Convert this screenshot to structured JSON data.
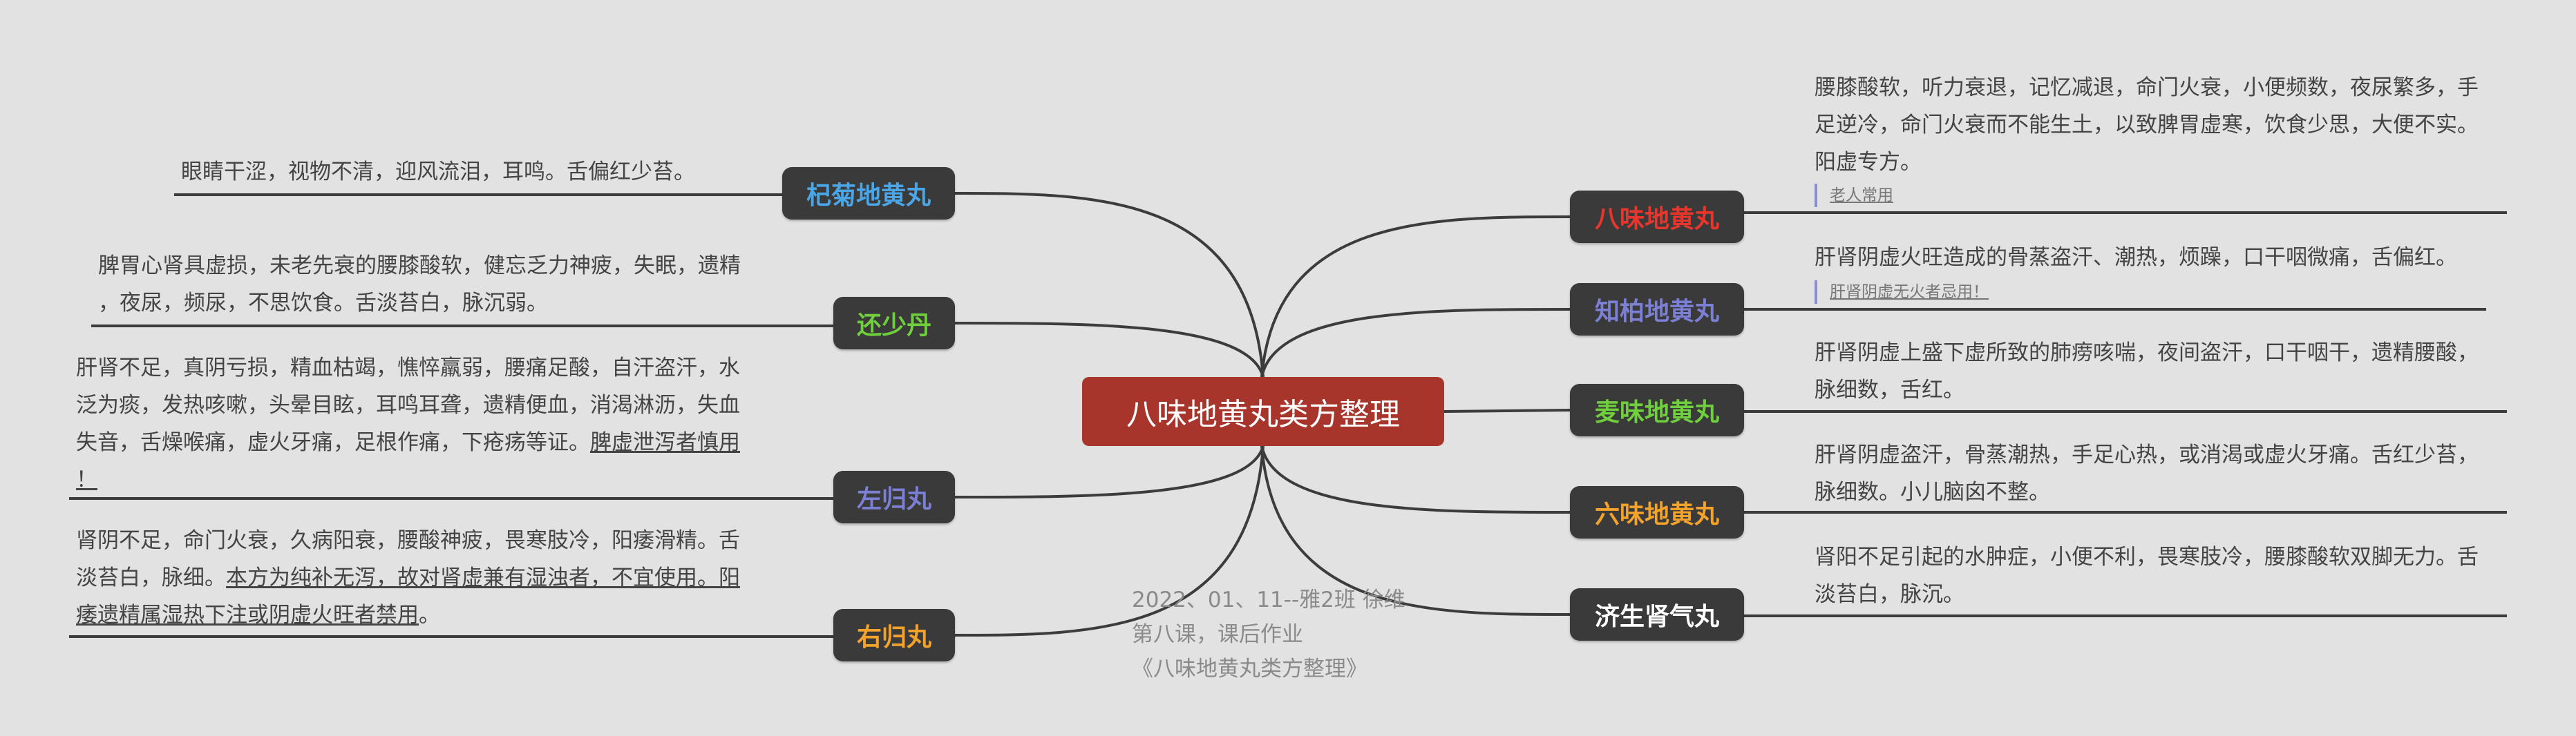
{
  "root": {
    "label": "八味地黄丸类方整理"
  },
  "branches": [
    {
      "id": "bawei",
      "label": "八味地黄丸",
      "color": "#e8362c",
      "tag": "老人常用",
      "note": [
        "腰膝酸软，听力衰退，记忆减退，命门火衰，小便频数，夜尿繁多，手",
        "足逆冷，命门火衰而不能生土，以致脾胃虚寒，饮食少思，大便不实。",
        "阳虚专方。"
      ]
    },
    {
      "id": "zhibai",
      "label": "知柏地黄丸",
      "color": "#7b80d4",
      "tag": "肝肾阴虚无火者忌用！",
      "note": [
        "肝肾阴虚火旺造成的骨蒸盗汗、潮热，烦躁，口干咽微痛，舌偏红。"
      ]
    },
    {
      "id": "maiwei",
      "label": "麦味地黄丸",
      "color": "#6fcf3c",
      "note": [
        "肝肾阴虚上盛下虚所致的肺痨咳喘，夜间盗汗，口干咽干，遗精腰酸，",
        "脉细数，舌红。"
      ]
    },
    {
      "id": "liuwei",
      "label": "六味地黄丸",
      "color": "#f3a32c",
      "note": [
        "肝肾阴虚盗汗，骨蒸潮热，手足心热，或消渴或虚火牙痛。舌红少苔，",
        "脉细数。小儿脑囟不整。"
      ]
    },
    {
      "id": "jisheng",
      "label": "济生肾气丸",
      "color": "#ffffff",
      "note": [
        "肾阳不足引起的水肿症，小便不利，畏寒肢冷，腰膝酸软双脚无力。舌",
        "淡苔白，脉沉。"
      ]
    },
    {
      "id": "qiju",
      "label": "杞菊地黄丸",
      "color": "#4aa6e6",
      "note": [
        "眼睛干涩，视物不清，迎风流泪，耳鸣。舌偏红少苔。"
      ]
    },
    {
      "id": "huanshao",
      "label": "还少丹",
      "color": "#6fcf3c",
      "note": [
        "脾胃心肾具虚损，未老先衰的腰膝酸软，健忘乏力神疲，失眠，遗精",
        "，夜尿，频尿，不思饮食。舌淡苔白，脉沉弱。"
      ]
    },
    {
      "id": "zuogui",
      "label": "左归丸",
      "color": "#7b80d4",
      "note": [
        "肝肾不足，真阴亏损，精血枯竭，憔悴羸弱，腰痛足酸，自汗盗汗，水",
        "泛为痰，发热咳嗽，头晕目眩，耳鸣耳聋，遗精便血，消渴淋沥，失血",
        "失音，舌燥喉痛，虚火牙痛，足根作痛，下疮疡等证。"
      ],
      "underline": [
        "脾虚泄泻者慎用",
        "！"
      ]
    },
    {
      "id": "yougui",
      "label": "右归丸",
      "color": "#f3a32c",
      "note": [
        "肾阴不足，命门火衰，久病阳衰，腰酸神疲，畏寒肢冷，阳痿滑精。舌",
        "淡苔白，脉细。"
      ],
      "underline": [
        "本方为纯补无泻，故对肾虚兼有湿浊者，不宜使用。阳",
        "痿遗精属湿热下注或阴虚火旺者禁用"
      ],
      "tail": "。"
    }
  ],
  "credit": [
    "2022、01、11--雅2班 徐维",
    "第八课，课后作业",
    "《八味地黄丸类方整理》"
  ],
  "colors": {
    "background": "#e2e2e2",
    "root": "#a7352b",
    "node": "#3a3a3a",
    "line": "#3c3c3c"
  }
}
